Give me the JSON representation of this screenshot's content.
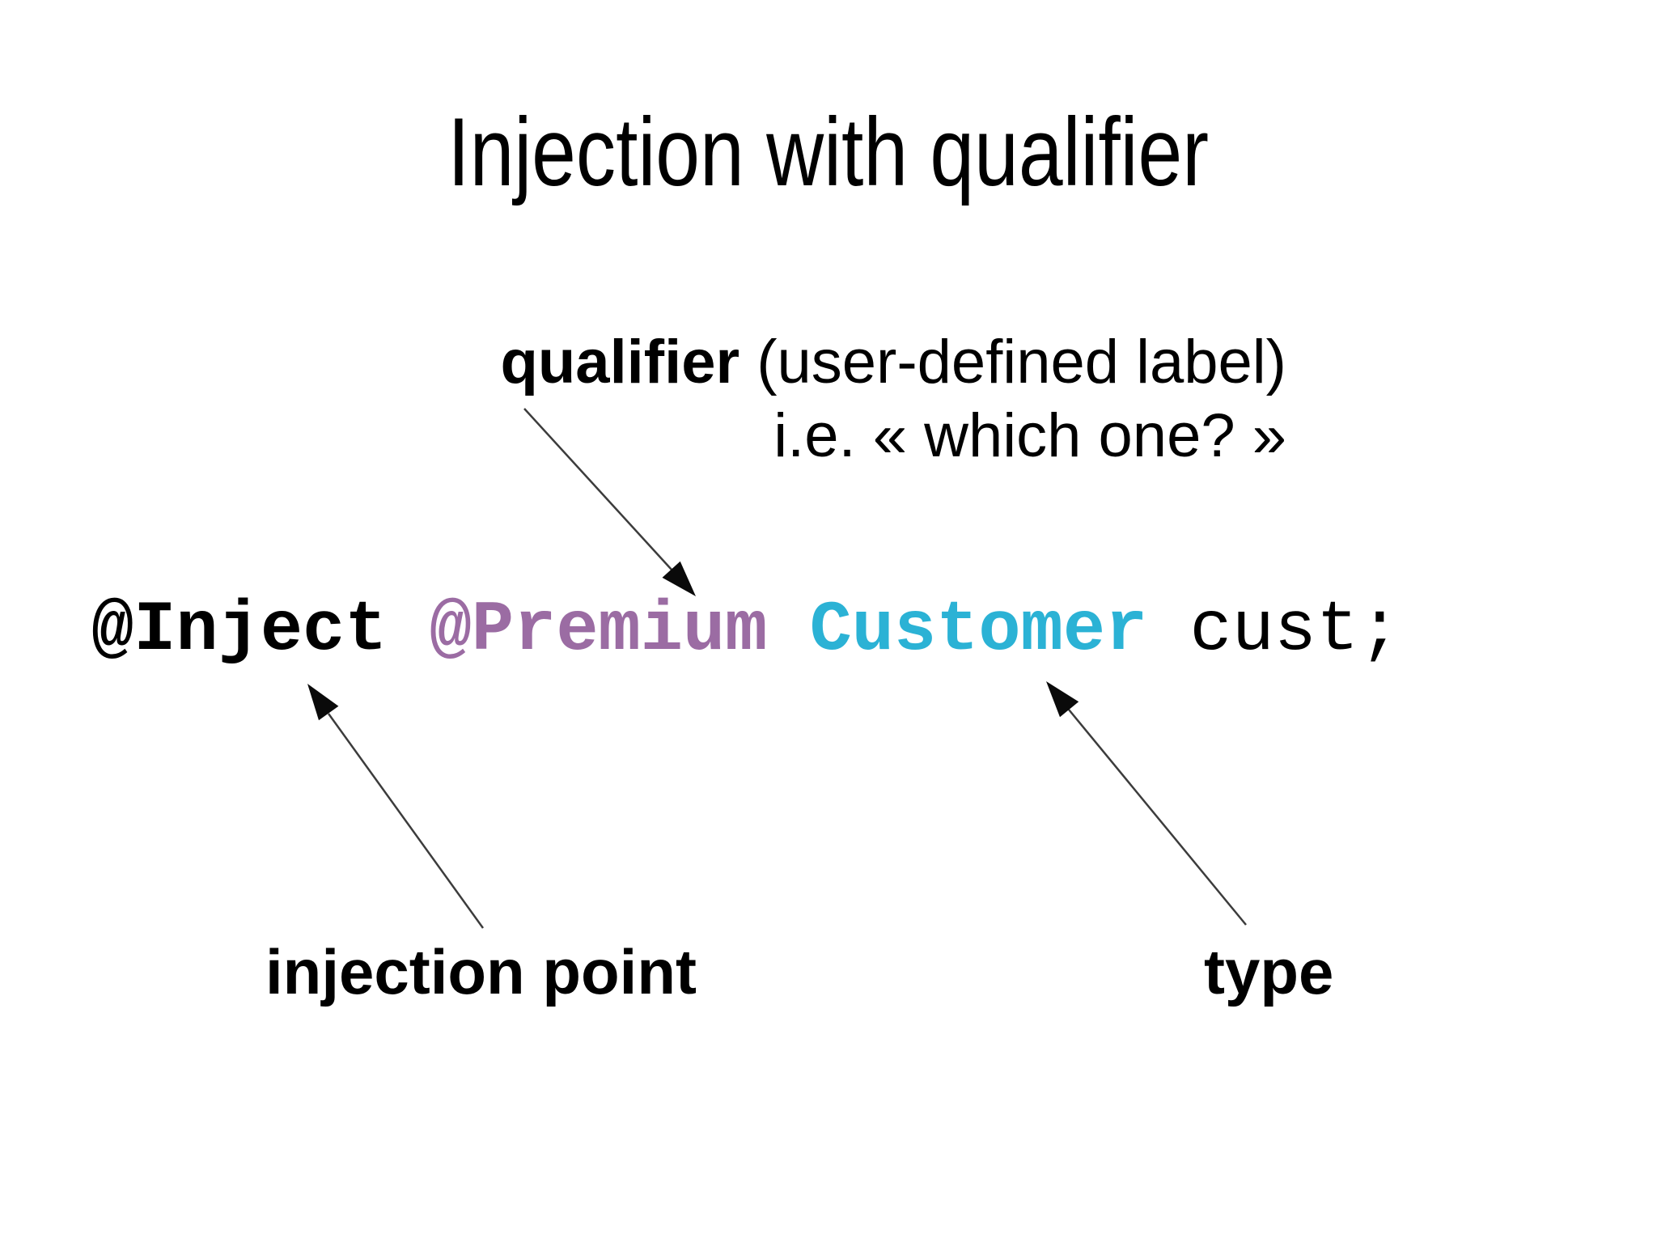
{
  "slide_title": "Injection with qualifier",
  "qualifier_note": {
    "term": "qualifier",
    "definition": " (user-defined label)",
    "clarification": "i.e. « which one? »"
  },
  "code_line": {
    "injection_point": "@Inject",
    "qualifier": "@Premium",
    "type": "Customer",
    "variable": "cust;"
  },
  "callouts": {
    "injection_point": "injection point",
    "type": "type"
  },
  "colors": {
    "qualifier_token": "#9b6ca3",
    "type_token": "#2bb2d5",
    "text": "#000000",
    "background": "#ffffff"
  }
}
